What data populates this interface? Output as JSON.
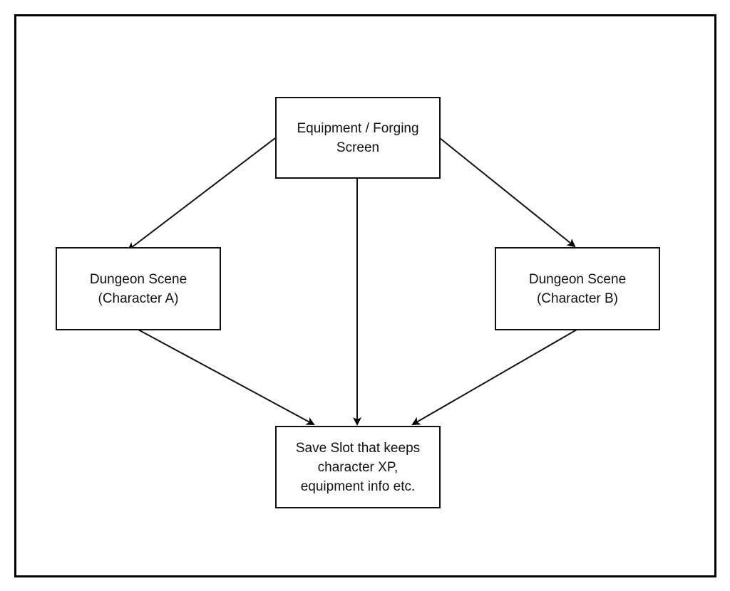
{
  "diagram": {
    "type": "flowchart",
    "nodes": [
      {
        "id": "top",
        "label": "Equipment / Forging\nScreen"
      },
      {
        "id": "left",
        "label": "Dungeon Scene\n(Character A)"
      },
      {
        "id": "right",
        "label": "Dungeon Scene\n(Character B)"
      },
      {
        "id": "bottom",
        "label": "Save Slot that keeps\ncharacter XP,\nequipment info etc."
      }
    ],
    "edges": [
      {
        "from": "top",
        "to": "left"
      },
      {
        "from": "top",
        "to": "right"
      },
      {
        "from": "top",
        "to": "bottom"
      },
      {
        "from": "left",
        "to": "bottom"
      },
      {
        "from": "right",
        "to": "bottom"
      }
    ],
    "colors": {
      "stroke": "#111111",
      "background": "#ffffff"
    }
  }
}
